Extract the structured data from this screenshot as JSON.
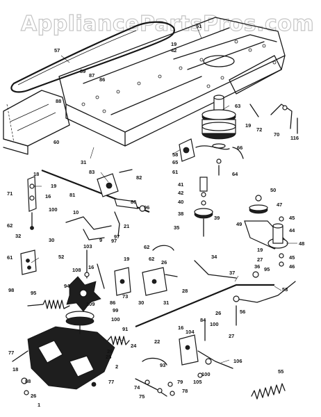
{
  "watermark": "AppliancePartsPros.com",
  "callouts": {
    "c57": "57",
    "c51": "51",
    "c19a": "19",
    "c42a": "42",
    "c89": "89",
    "c87": "87",
    "c86a": "86",
    "c88": "88",
    "c63": "63",
    "c19b": "19",
    "c72": "72",
    "c70": "70",
    "c116": "116",
    "c60": "60",
    "c31": "31",
    "c58": "58",
    "c65": "65",
    "c61a": "61",
    "c66": "66",
    "c64": "64",
    "c18a": "18",
    "c19c": "19",
    "c71": "71",
    "c16a": "16",
    "c100a": "100",
    "c62a": "62",
    "c83": "83",
    "c82": "82",
    "c81": "81",
    "c86b": "86",
    "c96a": "96",
    "c21": "21",
    "c97a": "97",
    "c41": "41",
    "c42b": "42",
    "c40": "40",
    "c39": "39",
    "c38": "38",
    "c50": "50",
    "c47": "47",
    "c45a": "45",
    "c44": "44",
    "c49": "49",
    "c48": "48",
    "c19d": "19",
    "c27a": "27",
    "c36": "36",
    "c95": "95",
    "c45b": "45",
    "c46": "46",
    "c35": "35",
    "c62b": "62",
    "c26a": "26",
    "c32": "32",
    "c30a": "30",
    "c61b": "61",
    "c52": "52",
    "c103": "103",
    "c10": "10",
    "c9": "9",
    "c97b": "97",
    "c108": "108",
    "c16b": "16",
    "c19e": "19",
    "c62c": "62",
    "c94": "94",
    "c34": "34",
    "c28": "28",
    "c37": "37",
    "c98": "98",
    "c73": "73",
    "c30b": "30",
    "c31b": "31",
    "c95b": "95",
    "c109": "109",
    "c86c": "86",
    "c99": "99",
    "c53": "53",
    "c26b": "26",
    "c56": "56",
    "c100b": "100",
    "c91": "91",
    "c24": "24",
    "c16c": "16",
    "c84": "84",
    "c100c": "100",
    "c27b": "27",
    "c22": "22",
    "c104": "104",
    "c25": "25",
    "c106": "106",
    "c77a": "77",
    "c26c": "26",
    "c2": "2",
    "c93": "93",
    "c18b": "18",
    "c88b": "88",
    "c26d": "26",
    "c1": "1",
    "c77b": "77",
    "c74": "74",
    "c75": "75",
    "c79": "79",
    "c78": "78",
    "c105": "105",
    "c100d": "100",
    "c55": "55"
  }
}
